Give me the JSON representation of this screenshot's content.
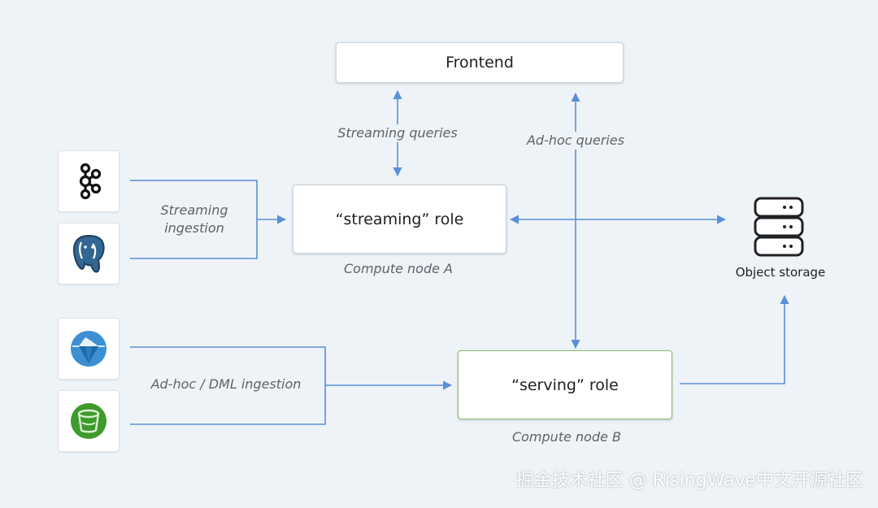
{
  "nodes": {
    "frontend": "Frontend",
    "streaming_role": "“streaming” role",
    "serving_role": "“serving” role",
    "object_storage": "Object storage"
  },
  "captions": {
    "compute_node_a": "Compute node A",
    "compute_node_b": "Compute node B"
  },
  "edge_labels": {
    "streaming_queries": "Streaming queries",
    "adhoc_queries": "Ad-hoc queries",
    "streaming_ingestion_line1": "Streaming",
    "streaming_ingestion_line2": "ingestion",
    "adhoc_dml_ingestion": "Ad-hoc / DML ingestion"
  },
  "sources": {
    "streaming": [
      {
        "icon": "kafka-icon"
      },
      {
        "icon": "postgresql-icon"
      }
    ],
    "batch": [
      {
        "icon": "iceberg-icon"
      },
      {
        "icon": "s3-bucket-icon"
      }
    ]
  },
  "watermark": "掘金技术社区 @ RisingWave中文开源社区",
  "colors": {
    "background": "#eef3f8",
    "arrow": "#5b8fd8",
    "serving_border": "#8cb978",
    "postgres": "#336791",
    "iceberg": "#3d8fd1",
    "s3": "#3f9a2e"
  }
}
